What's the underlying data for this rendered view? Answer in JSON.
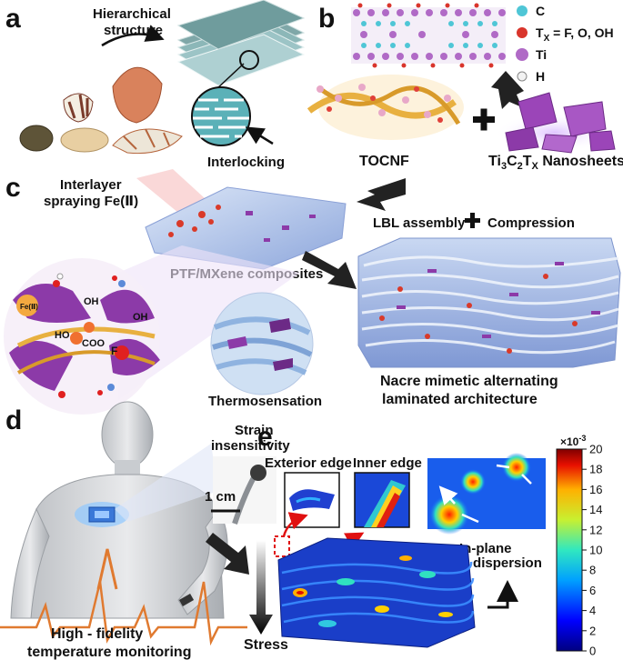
{
  "panels": {
    "a": {
      "letter": "a",
      "hierarchical": "Hierarchical",
      "structure": "structure",
      "interlocking": "Interlocking"
    },
    "b": {
      "letter": "b",
      "legend": [
        {
          "label": "C",
          "color": "#4fc6d6"
        },
        {
          "label": "T",
          "sub": "X",
          "rest": " = F, O, OH",
          "color": "#d9352c"
        },
        {
          "label": "Ti",
          "color": "#b06ac6"
        },
        {
          "label": "H",
          "color": "#f2f2f2"
        }
      ],
      "tocnf": "TOCNF",
      "nanosheets_parts": [
        "Ti",
        "3",
        "C",
        "2",
        "T",
        "X",
        " Nanosheets"
      ]
    },
    "c": {
      "letter": "c",
      "spray_line1": "Interlayer",
      "spray_line2": "spraying Fe(Ⅱ)",
      "fe_ion": "Fe(Ⅱ)",
      "groups": [
        "OH",
        "OH",
        "HO",
        "COO",
        "F"
      ],
      "composites": "PTF/MXene composites",
      "lbl_left": "LBL assembly",
      "lbl_right": "Compression",
      "thermo": "Thermosensation",
      "nacre_line1": "Nacre mimetic alternating",
      "nacre_line2": "laminated architecture"
    },
    "d": {
      "letter": "d",
      "strain_line1": "Strain",
      "strain_line2": "insensitivity",
      "scale": "1 cm",
      "hf_line1": "High - fidelity",
      "hf_line2": "temperature monitoring"
    },
    "e": {
      "letter": "e",
      "exterior": "Exterior edge",
      "inner": "Inner edge",
      "inplane_line1": "In-plane",
      "inplane_line2": "Stress dispersion",
      "stress": "Stress",
      "colorbar": {
        "exponent": "×10",
        "exponent_power": "-3",
        "ticks": [
          "20",
          "18",
          "16",
          "14",
          "12",
          "10",
          "8",
          "6",
          "4",
          "2",
          "0"
        ]
      }
    }
  }
}
